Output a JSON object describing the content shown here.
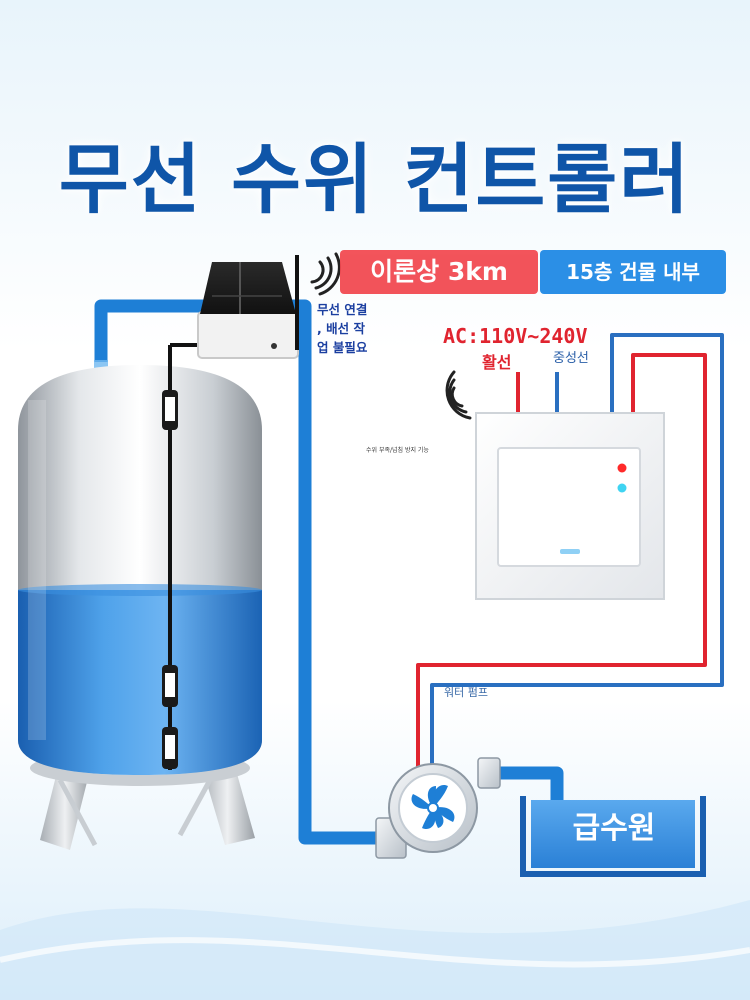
{
  "title": "무선 수위 컨트롤러",
  "badges": {
    "distance": "이론상 3km",
    "building": "15층 건물 내부"
  },
  "wireless_note": [
    "무선 연결",
    ", 배선 작",
    "업 불필요"
  ],
  "small_feature_label": "수위 부족/넘침 방지 기능",
  "power": {
    "voltage": "AC:110V~240V",
    "live": "활선",
    "neutral": "중성선"
  },
  "pump_label": "워터 펌프",
  "water_source_label": "급수원",
  "colors": {
    "title": "#0f55a8",
    "pipe": "#1e7fd6",
    "live_wire": "#e0242f",
    "neutral_wire": "#2a6fc0",
    "tank_water": "#2f86d8",
    "indicator_red": "#ff2a2a",
    "indicator_cyan": "#3fd4f2"
  },
  "icons": [
    "wifi-signal-icon",
    "fan-icon"
  ]
}
